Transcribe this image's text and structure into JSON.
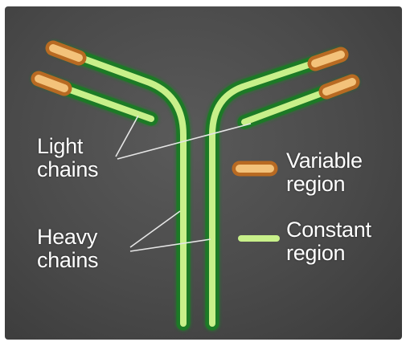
{
  "labels": {
    "light_chains": [
      "Light",
      "chains"
    ],
    "heavy_chains": [
      "Heavy",
      "chains"
    ],
    "variable_region": [
      "Variable",
      "region"
    ],
    "constant_region": [
      "Constant",
      "region"
    ]
  },
  "colors": {
    "background": "#4a4a4a",
    "constant_chain": "#c8f08a",
    "constant_glow": "#3aa83a",
    "variable_chain": "#f3c27a",
    "variable_glow": "#c77a2a",
    "label_text": "#ffffff",
    "pointer_line": "#e6e6e6"
  }
}
